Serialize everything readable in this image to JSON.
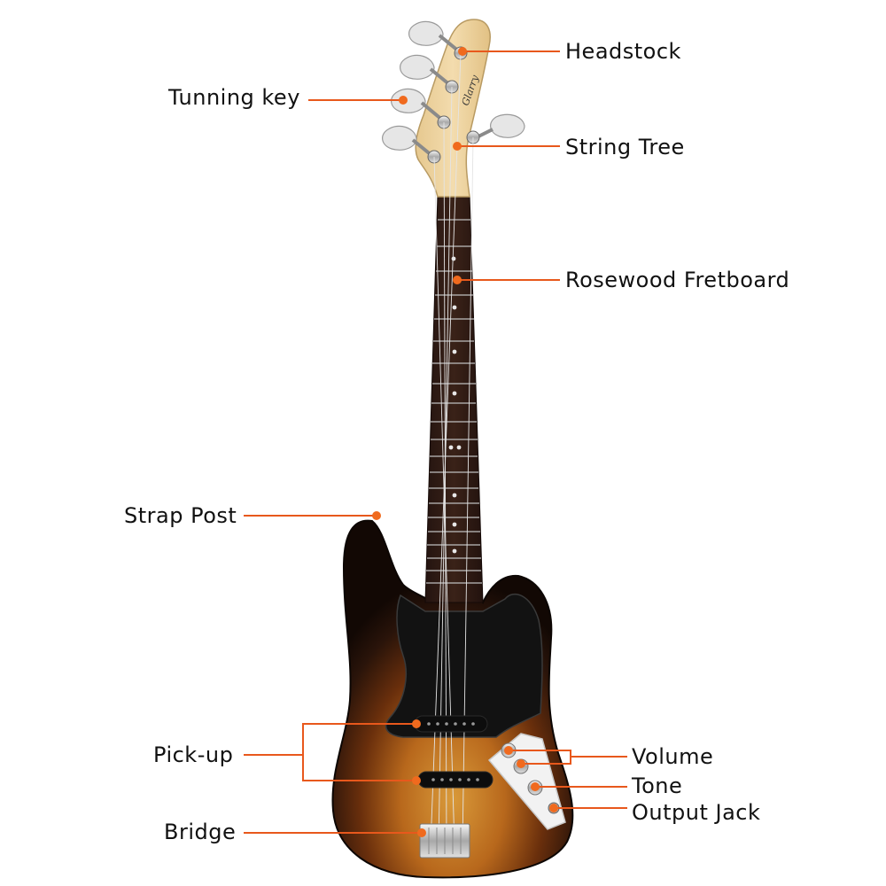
{
  "labels": {
    "headstock": "Headstock",
    "tuning_key": "Tunning key",
    "string_tree": "String Tree",
    "fretboard": "Rosewood Fretboard",
    "strap_post": "Strap Post",
    "pickup": "Pick-up",
    "volume": "Volume",
    "tone": "Tone",
    "output_jack": "Output Jack",
    "bridge": "Bridge"
  },
  "headstock_logo": "Glarry",
  "colors": {
    "leader": "#e8581c",
    "marker": "#f06a1e",
    "body_dark": "#1a0f08",
    "body_amber": "#c27a22",
    "pickguard": "#141414",
    "fretboard": "#2e1a14",
    "maple": "#ecd3a0",
    "control_plate": "#f4f4f4"
  }
}
